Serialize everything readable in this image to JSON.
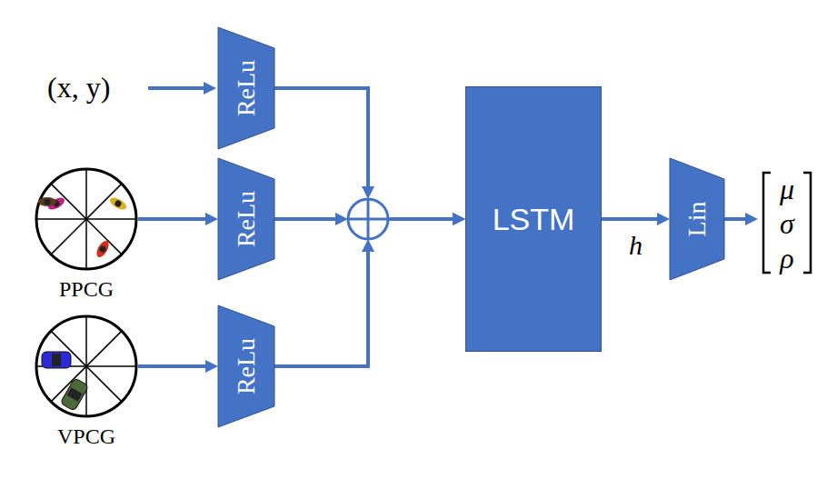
{
  "diagram": {
    "nodes": [
      {
        "text": [
          "ReLu"
        ]
      },
      {
        "text": [
          "PPCG"
        ]
      },
      {
        "text": [
          "ReLu"
        ]
      },
      {
        "text": [
          "VPCG"
        ]
      },
      {
        "text": [
          "ReLu"
        ]
      },
      {
        "text": [
          "LSTM"
        ]
      },
      {
        "text": [
          "Lin"
        ]
      }
    ],
    "edges": [
      {
        "from": 1,
        "to": 2,
        "arrow": "to"
      },
      {
        "from": 3,
        "to": 4,
        "arrow": "to"
      },
      {
        "from": 0,
        "to": 5,
        "arrow": "to"
      },
      {
        "from": 2,
        "to": 5,
        "arrow": "to"
      },
      {
        "from": 4,
        "to": 5,
        "arrow": "to"
      },
      {
        "from": 5,
        "to": 6,
        "label": "h",
        "arrow": "to"
      }
    ],
    "labels": [
      "(x, y)",
      "μ",
      "σ",
      "ρ"
    ]
  }
}
